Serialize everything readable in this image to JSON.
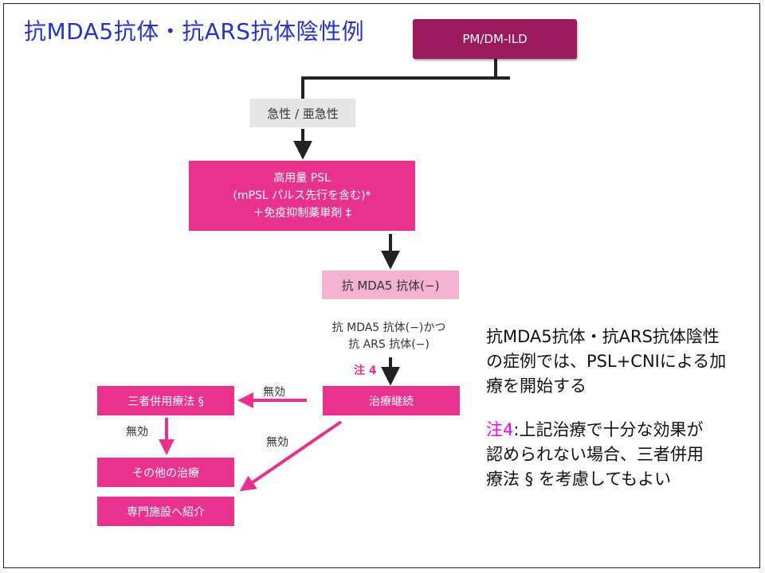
{
  "title": "抗MDA5抗体・抗ARS抗体陰性例",
  "flow": {
    "root": "PM/DM-ILD",
    "acute": "急性 / 亜急性",
    "treatment1": {
      "line1": "高用量 PSL",
      "line2": "(mPSL パルス先行を含む)*",
      "line3": "＋免疫抑制薬単剤 ‡"
    },
    "mda5_negative": "抗 MDA5 抗体(−)",
    "condition": {
      "line1": "抗 MDA5 抗体(−)かつ",
      "line2": "抗 ARS 抗体(−)"
    },
    "note_marker": "注 4",
    "continue": "治療継続",
    "triple": "三者併用療法 §",
    "other": "その他の治療",
    "referral": "専門施設へ紹介",
    "ineffective_1": "無効",
    "ineffective_2": "無効",
    "ineffective_3": "無効"
  },
  "side_note": {
    "line1": "抗MDA5抗体・抗ARS抗体陰性",
    "line2": "の症例では、PSL+CNIによる加",
    "line3": "療を開始する",
    "note_label": "注4",
    "note_line1": ":上記治療で十分な効果が",
    "note_line2": "認められない場合、三者併用",
    "note_line3": "療法 § を考慮してもよい"
  },
  "colors": {
    "title": "#2632c8",
    "dark_box": "#9b1a5e",
    "pink_box": "#e9328e",
    "light_pink_box": "#f3b3d0",
    "grey_box": "#e5e5e5",
    "note_label": "#ff00ff"
  }
}
